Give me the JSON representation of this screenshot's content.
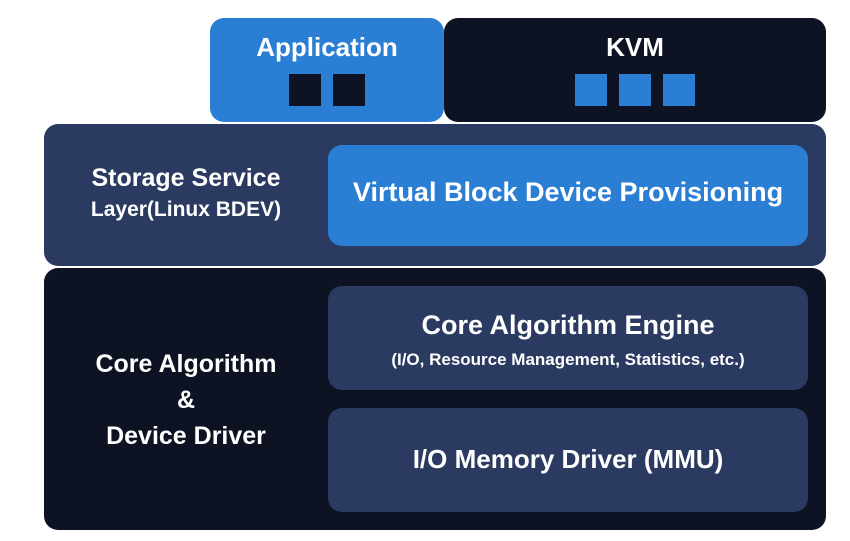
{
  "top": {
    "application": {
      "label": "Application",
      "block_count": 2
    },
    "kvm": {
      "label": "KVM",
      "block_count": 3
    }
  },
  "storage_layer": {
    "label_line1": "Storage Service",
    "label_line2": "Layer(Linux BDEV)",
    "provisioning_label": "Virtual Block Device Provisioning"
  },
  "core_layer": {
    "label_line1": "Core Algorithm",
    "label_line2": "&",
    "label_line3": "Device Driver",
    "engine": {
      "title": "Core Algorithm Engine",
      "subtitle": "(I/O, Resource Management, Statistics, etc.)"
    },
    "io_driver_label": "I/O Memory Driver (MMU)"
  },
  "colors": {
    "blue": "#2a7fd4",
    "navy": "#2b3a60",
    "dark": "#0d1322",
    "text": "#ffffff"
  }
}
